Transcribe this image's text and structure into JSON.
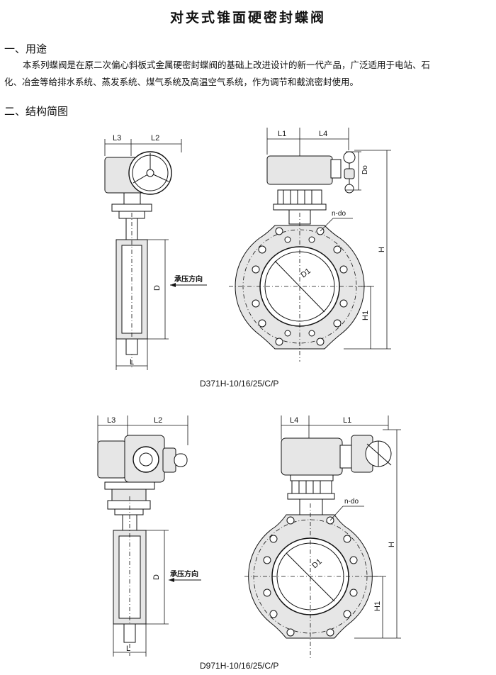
{
  "title": "对夹式锥面硬密封蝶阀",
  "sections": {
    "usage": {
      "heading": "一、用途",
      "paragraph_line1": "本系列蝶阀是在原二次偏心斜板式金属硬密封蝶阀的基础上改进设计的新一代产品，广泛适用于电站、石",
      "paragraph_line2": "化、冶金等给排水系统、蒸发系统、煤气系统及高温空气系统，作为调节和截流密封使用。"
    },
    "structure": {
      "heading": "二、结构简图"
    }
  },
  "figures": [
    {
      "caption": "D371H-10/16/25/C/P",
      "side_labels": {
        "l3": "L3",
        "l2": "L2",
        "d": "D",
        "l": "L",
        "pressure": "承压方向"
      },
      "front_labels": {
        "l1": "L1",
        "l4": "L4",
        "do": "Do",
        "n_do": "n-do",
        "d1": "D1",
        "h": "H",
        "h1": "H1"
      }
    },
    {
      "caption": "D971H-10/16/25/C/P",
      "side_labels": {
        "l3": "L3",
        "l2": "L2",
        "d": "D",
        "l": "L",
        "pressure": "承压方向"
      },
      "front_labels": {
        "l4": "L4",
        "l1": "L1",
        "n_do": "n-do",
        "d1": "D1",
        "h": "H",
        "h1": "H1"
      }
    }
  ]
}
